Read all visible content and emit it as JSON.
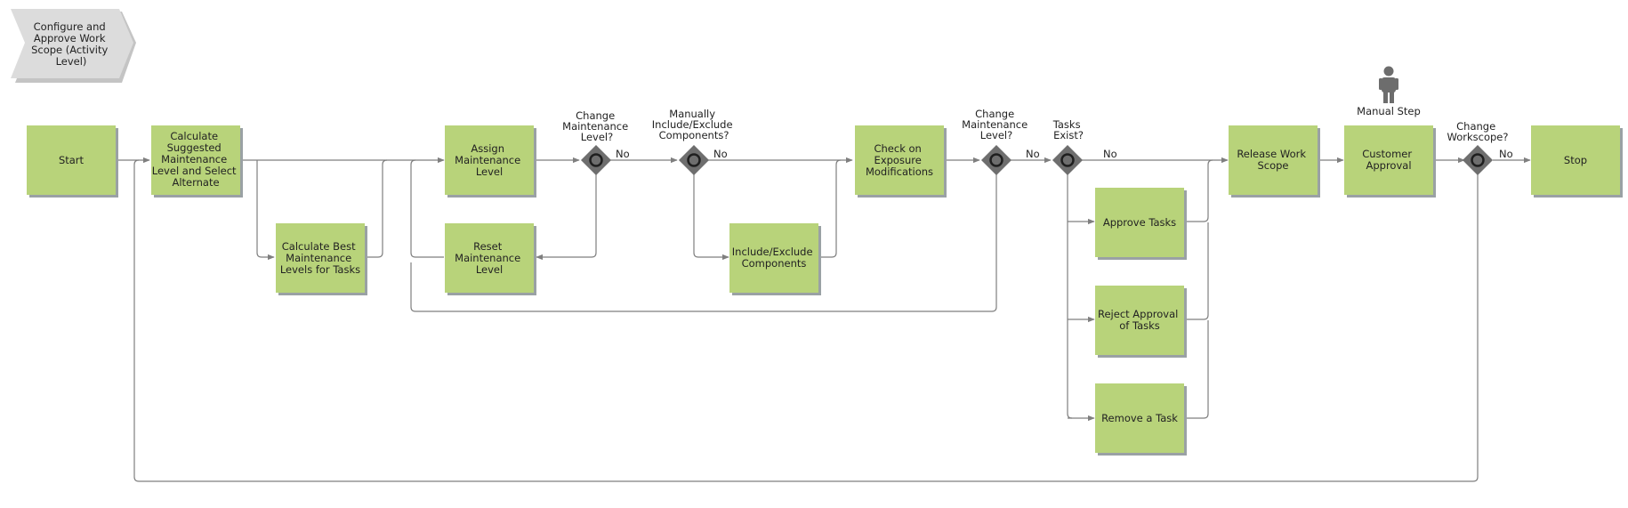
{
  "colors": {
    "activity_fill": "#b8d37a",
    "activity_shadow": "#9aa1a4",
    "line": "#7f7f7f",
    "gateway": "#6e6e6e",
    "gateway_ring": "#1f1f1f",
    "header_fill": "#dcdcdc",
    "person": "#6d6d6d"
  },
  "header": {
    "lines": [
      "Configure and",
      "Approve Work",
      "Scope (Activity",
      "Level)"
    ]
  },
  "activities": [
    {
      "id": "start",
      "lines": [
        "Start"
      ]
    },
    {
      "id": "calc-suggested",
      "lines": [
        "Calculate",
        "Suggested",
        "Maintenance",
        "Level and Select",
        "Alternate"
      ]
    },
    {
      "id": "calc-best",
      "lines": [
        "Calculate Best",
        "Maintenance",
        "Levels for Tasks"
      ]
    },
    {
      "id": "assign-level",
      "lines": [
        "Assign",
        "Maintenance",
        "Level"
      ]
    },
    {
      "id": "reset-level",
      "lines": [
        "Reset",
        "Maintenance",
        "Level"
      ]
    },
    {
      "id": "include-exclude",
      "lines": [
        "Include/Exclude",
        "Components"
      ]
    },
    {
      "id": "check-exposure",
      "lines": [
        "Check on",
        "Exposure",
        "Modifications"
      ]
    },
    {
      "id": "approve-tasks",
      "lines": [
        "Approve Tasks"
      ]
    },
    {
      "id": "reject-approval",
      "lines": [
        "Reject Approval",
        "of Tasks"
      ]
    },
    {
      "id": "remove-task",
      "lines": [
        "Remove a Task"
      ]
    },
    {
      "id": "release-work-scope",
      "lines": [
        "Release Work",
        "Scope"
      ]
    },
    {
      "id": "customer-approval",
      "lines": [
        "Customer",
        "Approval"
      ]
    },
    {
      "id": "stop",
      "lines": [
        "Stop"
      ]
    }
  ],
  "gateways": [
    {
      "id": "gw-change-level-1",
      "lines": [
        "Change",
        "Maintenance",
        "Level?"
      ],
      "no_label": "No"
    },
    {
      "id": "gw-manual-include",
      "lines": [
        "Manually",
        "Include/Exclude",
        "Components?"
      ],
      "no_label": "No"
    },
    {
      "id": "gw-change-level-2",
      "lines": [
        "Change",
        "Maintenance",
        "Level?"
      ],
      "no_label": "No"
    },
    {
      "id": "gw-tasks-exist",
      "lines": [
        "Tasks",
        "Exist?"
      ],
      "no_label": "No"
    },
    {
      "id": "gw-change-workscope",
      "lines": [
        "Change",
        "Workscope?"
      ],
      "no_label": "No"
    }
  ],
  "manual_step": {
    "label": "Manual Step",
    "icon": "person-icon"
  }
}
